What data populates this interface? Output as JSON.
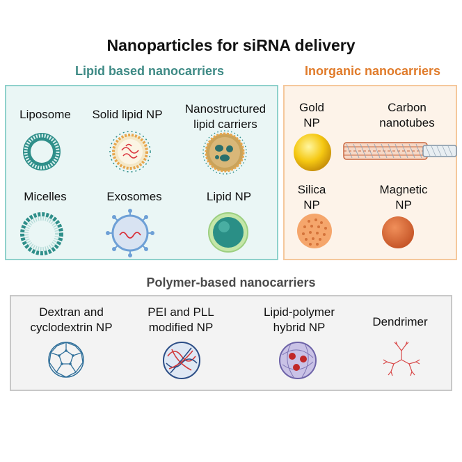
{
  "title": "Nanoparticles for siRNA delivery",
  "lipid": {
    "title": "Lipid based nanocarriers",
    "items": [
      "Liposome",
      "Solid lipid NP",
      "Nanostructured lipid carriers",
      "Micelles",
      "Exosomes",
      "Lipid NP"
    ],
    "nlc_line1": "Nanostructured",
    "nlc_line2": "lipid carriers"
  },
  "inorganic": {
    "title": "Inorganic nanocarriers",
    "gold_1": "Gold",
    "gold_2": "NP",
    "carbon_1": "Carbon",
    "carbon_2": "nanotubes",
    "silica_1": "Silica",
    "silica_2": "NP",
    "magnetic_1": "Magnetic",
    "magnetic_2": "NP"
  },
  "polymer": {
    "title": "Polymer-based nanocarriers",
    "dextran_1": "Dextran and",
    "dextran_2": "cyclodextrin NP",
    "pei_1": "PEI and PLL",
    "pei_2": "modified NP",
    "hybrid_1": "Lipid-polymer",
    "hybrid_2": "hybrid NP",
    "dendrimer": "Dendrimer"
  },
  "colors": {
    "lipid": "#3e8a85",
    "inorganic": "#e07b2a",
    "polymer": "#4a4a4a"
  }
}
